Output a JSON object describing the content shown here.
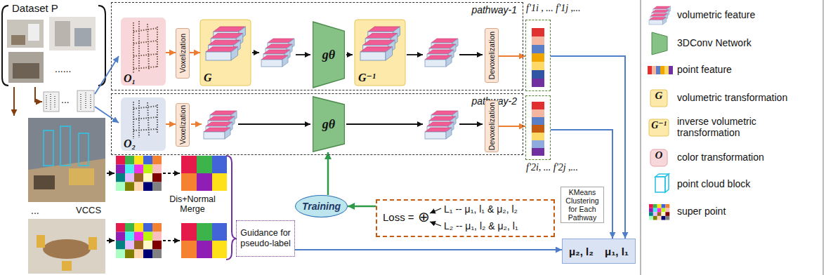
{
  "diagram": {
    "nodes": [
      {
        "text": [
          "Dataset P"
        ]
      },
      {
        "text": [
          "pathway-1"
        ]
      },
      {
        "text": [
          "O₁"
        ],
        "in": 1
      },
      {
        "text": [
          "Voxelization"
        ],
        "in": 1
      },
      {
        "text": [
          "G"
        ],
        "in": 1
      },
      {
        "text": [
          "gθ"
        ],
        "in": 1
      },
      {
        "text": [
          "G⁻¹"
        ],
        "in": 1
      },
      {
        "text": [
          "Devoxelization"
        ],
        "in": 1
      },
      {
        "text": [
          "pathway-2"
        ]
      },
      {
        "text": [
          "O₂"
        ],
        "in": 8
      },
      {
        "text": [
          "Voxelization"
        ],
        "in": 8
      },
      {
        "text": [
          "gθ"
        ],
        "in": 8
      },
      {
        "text": [
          "Devoxelization"
        ],
        "in": 8
      },
      {
        "text": [
          "f'1i , ... f'1j ,..."
        ]
      },
      {
        "text": [
          "f'2i, ... f'2j ,..."
        ]
      },
      {
        "text": [
          "Guidance for pseudo-label"
        ]
      },
      {
        "text": [
          "Training"
        ]
      },
      {
        "text": [
          "Loss =",
          "⊕",
          "L₁ -- μ₁, l₁ & μ₂, l₂",
          "L₂ -- μ₁, l₂ & μ₂, l₁"
        ]
      },
      {
        "text": [
          "KMeans Clustering for Each Pathway"
        ]
      },
      {
        "text": [
          "μ₂, l₂",
          "μ₁, l₁"
        ]
      }
    ],
    "edges": [
      {
        "from": 2,
        "to": 3,
        "arrow": "to"
      },
      {
        "from": 3,
        "to": 4,
        "arrow": "to"
      },
      {
        "from": 9,
        "to": 10,
        "arrow": "to"
      },
      {
        "from": 7,
        "to": 13,
        "arrow": "to"
      },
      {
        "from": 12,
        "to": 14,
        "arrow": "to"
      },
      {
        "from": 17,
        "to": 16,
        "arrow": "to"
      },
      {
        "from": 16,
        "to": 11,
        "arrow": "to"
      },
      {
        "from": 15,
        "to": 19,
        "arrow": "to"
      },
      {
        "from": 13,
        "to": 19,
        "arrow": "to"
      },
      {
        "from": 14,
        "to": 19,
        "arrow": "to"
      }
    ],
    "labels": [
      "......",
      "...",
      "...",
      "VCCS",
      "Dis+Normal Merge",
      "G",
      "G⁻¹",
      "O"
    ],
    "legend": [
      {
        "text": "volumetric feature"
      },
      {
        "text": "3DConv Network"
      },
      {
        "text": "point feature"
      },
      {
        "text": "volumetric transformation"
      },
      {
        "text": "inverse volumetric transformation"
      },
      {
        "text": "color transformation"
      },
      {
        "text": "point cloud block"
      },
      {
        "text": "super point"
      }
    ]
  }
}
